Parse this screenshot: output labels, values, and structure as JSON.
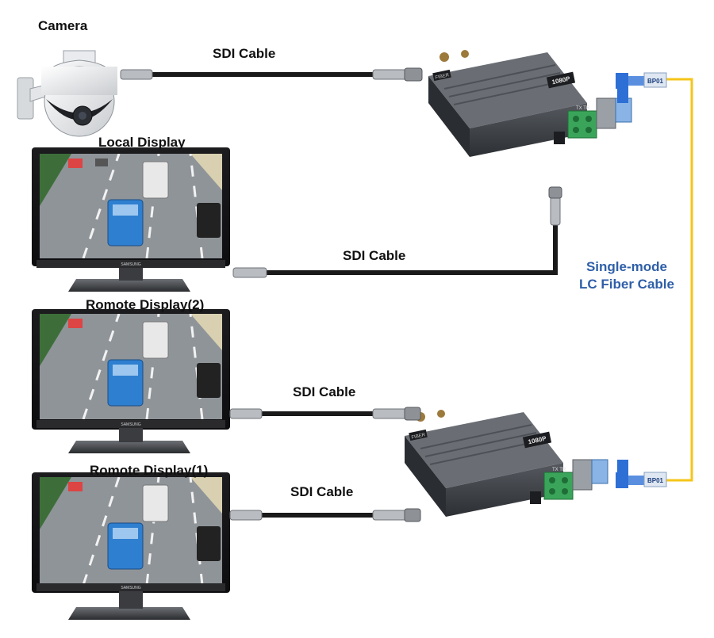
{
  "labels": {
    "camera": "Camera",
    "local_display": "Local Display",
    "remote_display_2": "Romote Display(2)",
    "remote_display_1": "Romote Display(1)",
    "sdi_cable": "SDI Cable",
    "fiber_line1": "Single-mode",
    "fiber_line2": "LC Fiber Cable"
  },
  "device": {
    "brand_badge": "FIBER",
    "model": "1080P",
    "sfp_tag": "BP01",
    "port_text": "TX TR"
  },
  "monitor": {
    "brand": "SAMSUNG"
  },
  "colors": {
    "fiber": "#f5c518",
    "fiber_label": "#2f5fa8",
    "cable": "#1a1a1a",
    "device_body": "#3a3d42",
    "terminal": "#3aa55a",
    "lc_connector": "#2e6fd6",
    "bus": "#2f7fd0",
    "truck": "#e8e8e8",
    "road": "#8f9499"
  }
}
